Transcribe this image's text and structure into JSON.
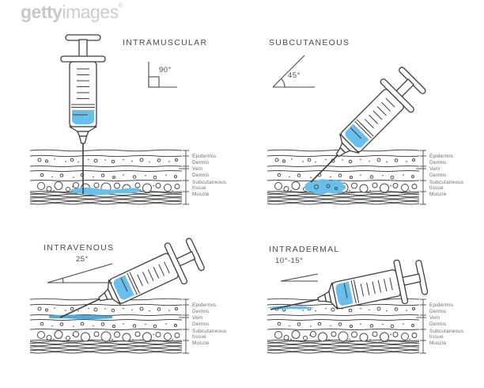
{
  "watermark": {
    "brand_bold": "getty",
    "brand_light": "images",
    "registered": "®"
  },
  "panels": [
    {
      "id": "intramuscular",
      "title": "INTRAMUSCULAR",
      "angle_label": "90°"
    },
    {
      "id": "subcutaneous",
      "title": "SUBCUTANEOUS",
      "angle_label": "45°"
    },
    {
      "id": "intravenous",
      "title": "INTRAVENOUS",
      "angle_label": "25°"
    },
    {
      "id": "intradermal",
      "title": "INTRADERMAL",
      "angle_label": "10°-15°"
    }
  ],
  "skin_layers": [
    "Epidermis",
    "Dermis",
    "Vein",
    "Dermis",
    "Subcutaneous tissue",
    "Muscle"
  ],
  "colors": {
    "line": "#3e3e3e",
    "skin_line": "#4a4a4a",
    "label_text": "#6e6e6e",
    "title_text": "#4b4b4b",
    "liquid_blue": "#69bfec",
    "vein_blue": "#4fa8dc",
    "watermark_gray": "#c8c8c8"
  }
}
